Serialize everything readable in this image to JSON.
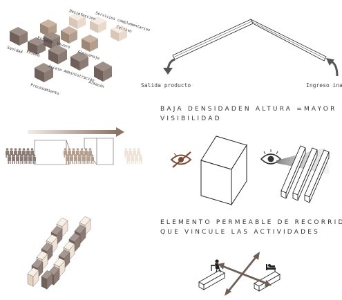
{
  "colors": {
    "dark": "#8a7b74",
    "mid": "#b49f8e",
    "light": "#efe2d6",
    "brown_arrow": "#7d6d64",
    "line": "#222222"
  },
  "functions_diagram": {
    "labels": [
      "Desinfeccion",
      "Servicios complementarios",
      "Cultivo",
      "Sanidad",
      "Enseña",
      "Estudio",
      "Vivero",
      "Almacenaje",
      "Acceso",
      "Administración",
      "Almacén",
      "Procesamiento"
    ]
  },
  "roof_diagram": {
    "exit_label": "Salida producto",
    "entry_label": "Ingreso ina"
  },
  "density_section": {
    "heading_line1": "BAJA DENSIDADEN ALTURA =MAYOR",
    "heading_line2": "VISIBILIDAD"
  },
  "permeable_section": {
    "heading_line1": "ELEMENTO PERMEABLE DE RECORRID",
    "heading_line2": "QUE VINCULE LAS ACTIVIDADES"
  },
  "icons": [
    "eye-crossed-icon",
    "eye-icon",
    "person-working-icon",
    "person-resting-icon",
    "double-arrow-icon"
  ]
}
